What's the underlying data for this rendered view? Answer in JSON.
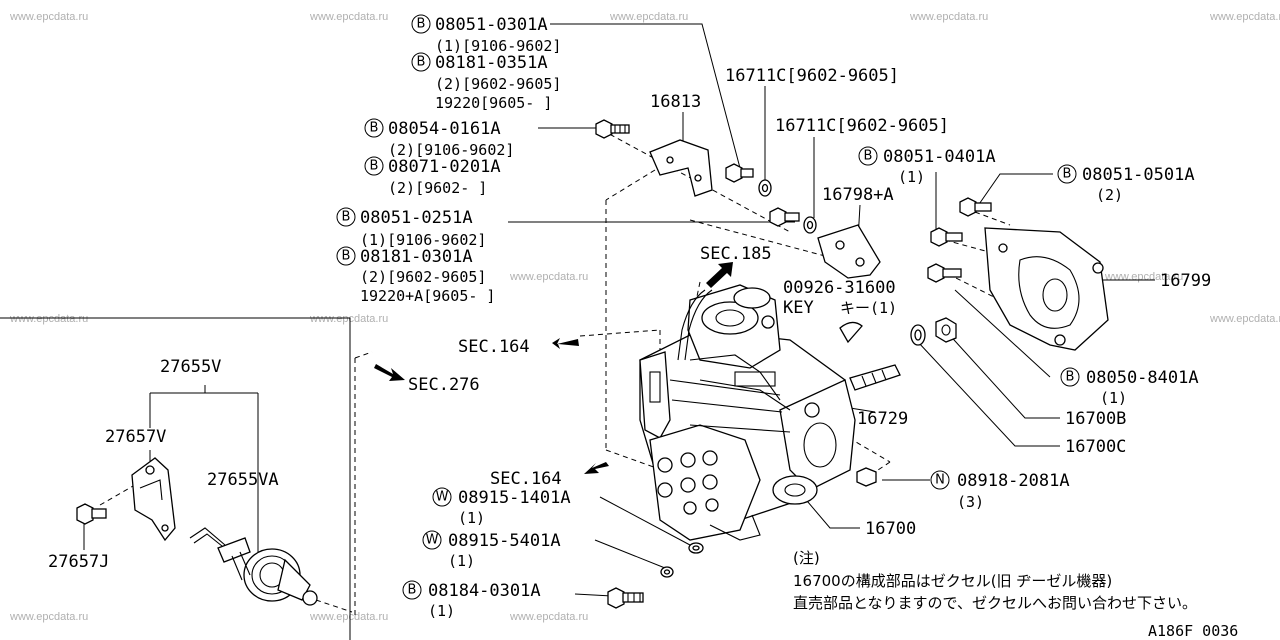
{
  "watermark": "www.epcdata.ru",
  "diagram_ref": "A186F 0036",
  "callouts": [
    {
      "mark": "B",
      "code": "08051-0301A",
      "sub": [
        "(1)[9106-9602]"
      ]
    },
    {
      "mark": "B",
      "code": "08181-0351A",
      "sub": [
        "(2)[9602-9605]",
        "19220[9605-   ]"
      ]
    },
    {
      "mark": "B",
      "code": "08054-0161A",
      "sub": [
        "(2)[9106-9602]"
      ]
    },
    {
      "mark": "B",
      "code": "08071-0201A",
      "sub": [
        "(2)[9602-    ]"
      ]
    },
    {
      "mark": "B",
      "code": "08051-0251A",
      "sub": [
        "(1)[9106-9602]"
      ]
    },
    {
      "mark": "B",
      "code": "08181-0301A",
      "sub": [
        "(2)[9602-9605]",
        "19220+A[9605-   ]"
      ]
    },
    {
      "mark": "B",
      "code": "08051-0401A",
      "sub": [
        "(1)"
      ]
    },
    {
      "mark": "B",
      "code": "08051-0501A",
      "sub": [
        "(2)"
      ]
    },
    {
      "mark": "B",
      "code": "08050-8401A",
      "sub": [
        "(1)"
      ]
    },
    {
      "mark": "N",
      "code": "08918-2081A",
      "sub": [
        "(3)"
      ]
    },
    {
      "mark": "W",
      "code": "08915-1401A",
      "sub": [
        "(1)"
      ]
    },
    {
      "mark": "W",
      "code": "08915-5401A",
      "sub": [
        "(1)"
      ]
    },
    {
      "mark": "B",
      "code": "08184-0301A",
      "sub": [
        "(1)"
      ]
    }
  ],
  "parts": {
    "p16813": "16813",
    "p16711c_a": "16711C[9602-9605]",
    "p16711c_b": "16711C[9602-9605]",
    "p16798a": "16798+A",
    "p16799": "16799",
    "p16729": "16729",
    "p16700b": "16700B",
    "p16700c": "16700C",
    "p16700": "16700",
    "key_code": "00926-31600",
    "key_en": "KEY",
    "key_jp": "キー(1)",
    "p27655v": "27655V",
    "p27657v": "27657V",
    "p27655va": "27655VA",
    "p27657j": "27657J"
  },
  "sections": {
    "sec185": "SEC.185",
    "sec164a": "SEC.164",
    "sec164b": "SEC.164",
    "sec276": "SEC.276"
  },
  "note": {
    "heading": "(注)",
    "line1": "16700の構成部品はゼクセル(旧 ヂーゼル機器)",
    "line2": "直売部品となりますので、ゼクセルへお問い合わせ下さい。"
  }
}
